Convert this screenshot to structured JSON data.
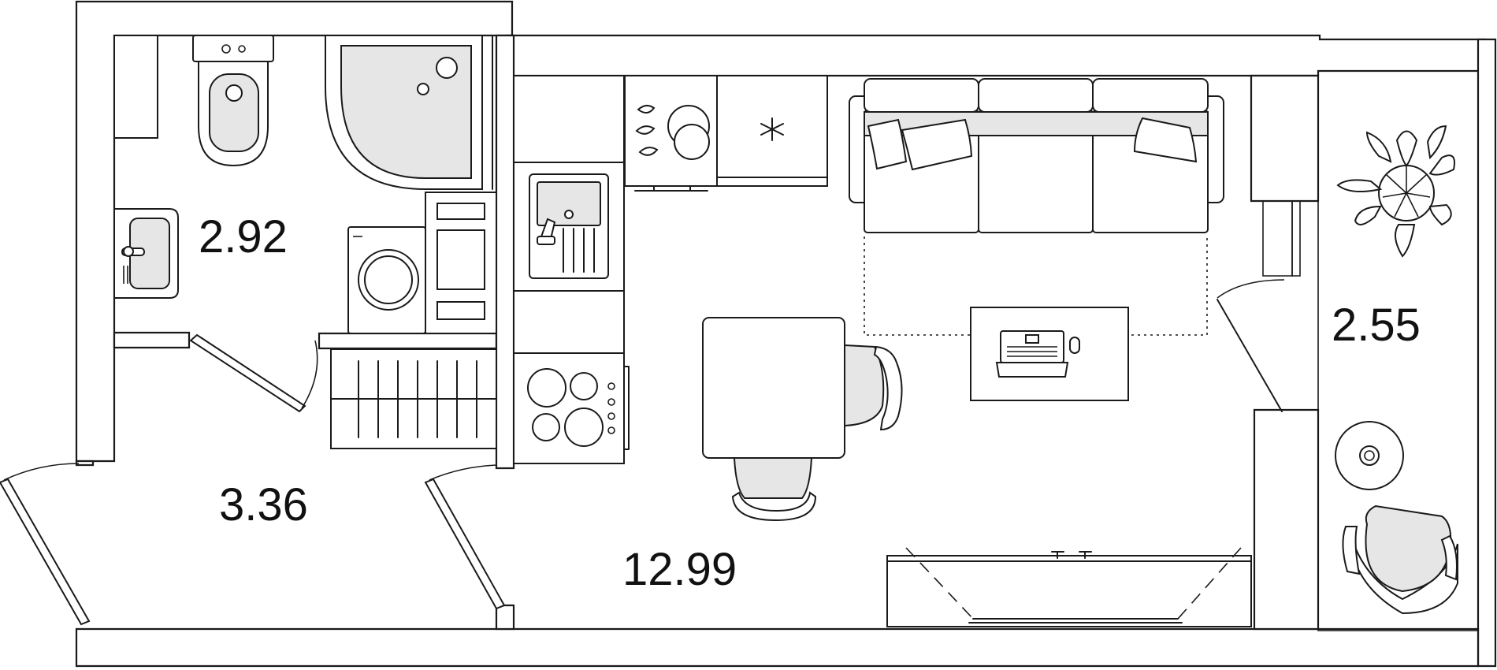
{
  "plan": {
    "rooms": [
      {
        "id": "bathroom",
        "area": "2.92"
      },
      {
        "id": "hallway",
        "area": "3.36"
      },
      {
        "id": "living-room",
        "area": "12.99"
      },
      {
        "id": "balcony",
        "area": "2.55"
      }
    ]
  },
  "icons": [
    "toilet-icon",
    "shower-tray-icon",
    "washbasin-icon",
    "washing-machine-icon",
    "cabinet-icon",
    "wardrobe-icon",
    "kitchen-sink-icon",
    "hob-icon",
    "dishwasher-icon",
    "fridge-icon",
    "sofa-icon",
    "dining-table-icon",
    "chair-icon",
    "desk-icon",
    "laptop-icon",
    "mouse-icon",
    "tv-stand-icon",
    "plant-icon",
    "side-table-icon",
    "armchair-icon",
    "door-icon"
  ]
}
